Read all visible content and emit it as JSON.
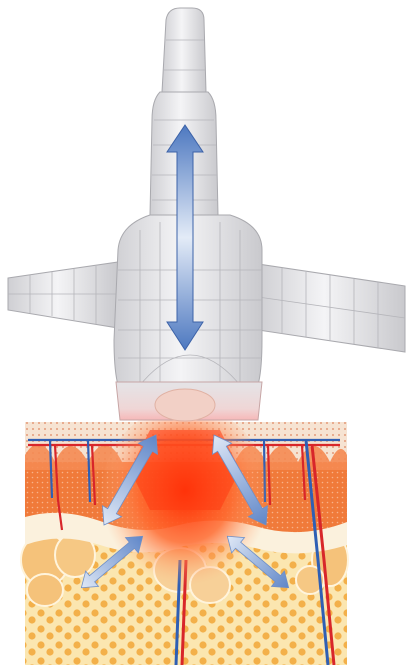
{
  "diagram": {
    "components": [
      {
        "id": "handpiece",
        "icon": "suction-handpiece-icon"
      },
      {
        "id": "skin-cross-section",
        "icon": "skin-layers-icon"
      },
      {
        "id": "vertical-arrow",
        "icon": "double-arrow-vertical-icon"
      },
      {
        "id": "diagonal-arrows",
        "icon": "double-arrow-diagonal-icon"
      }
    ],
    "colors": {
      "handpiece": "#e6e6e8",
      "handpiece_line": "#a9a9ae",
      "arrow": "#5f86c8",
      "arrow_light": "#dfe8f6",
      "epidermis": "#f3e0cf",
      "dermis": "#f07a3a",
      "fat_bg": "#fbe6b0",
      "fat_cell": "#f3b04a",
      "heat": "#ff3a12",
      "vessel_red": "#d8262a",
      "vessel_blue": "#2f5fb4"
    }
  }
}
